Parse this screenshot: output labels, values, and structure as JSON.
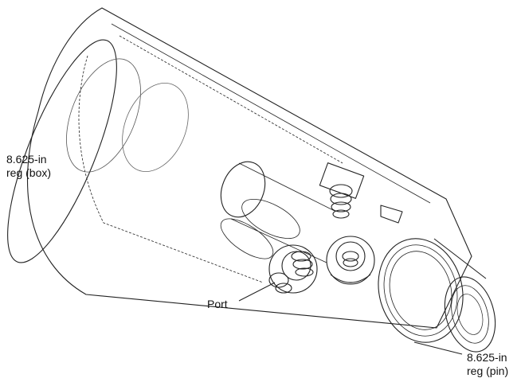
{
  "labels": {
    "box_line1": "8.625-in",
    "box_line2": "reg (box)",
    "pin_line1": "8.625-in",
    "pin_line2": "reg (pin)",
    "port": "Port"
  }
}
